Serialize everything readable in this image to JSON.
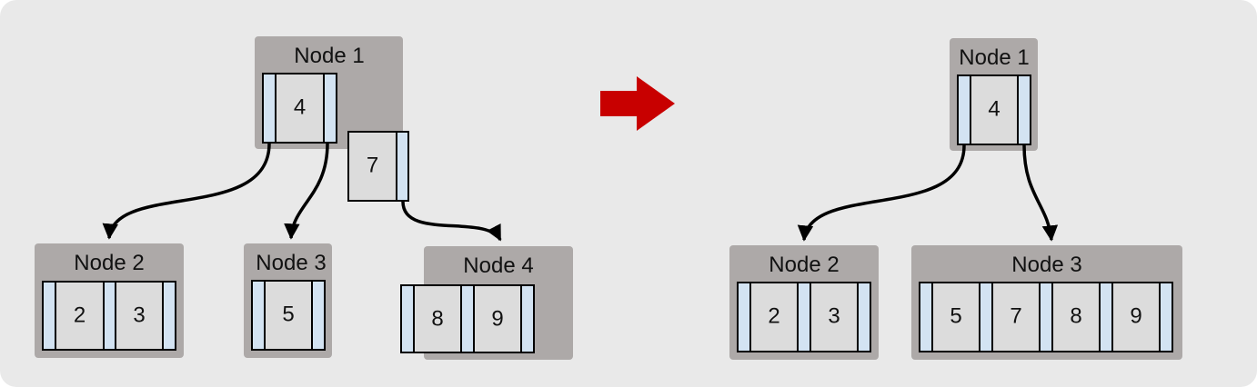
{
  "colors": {
    "background": "#e9e9e9",
    "node_background": "#ada9a8",
    "cell_fill": "#dcdcdc",
    "pointer_fill": "#d3e3f2",
    "arrow_red": "#c80000"
  },
  "before": {
    "node1": {
      "title": "Node 1",
      "keys": [
        "4"
      ]
    },
    "orphan": {
      "keys": [
        "7"
      ]
    },
    "node2": {
      "title": "Node 2",
      "keys": [
        "2",
        "3"
      ]
    },
    "node3": {
      "title": "Node 3",
      "keys": [
        "5"
      ]
    },
    "node4": {
      "title": "Node 4",
      "keys": [
        "8",
        "9"
      ]
    }
  },
  "transition_icon": "right-arrow-icon",
  "after": {
    "node1": {
      "title": "Node 1",
      "keys": [
        "4"
      ]
    },
    "node2": {
      "title": "Node 2",
      "keys": [
        "2",
        "3"
      ]
    },
    "node3": {
      "title": "Node 3",
      "keys": [
        "5",
        "7",
        "8",
        "9"
      ]
    }
  }
}
